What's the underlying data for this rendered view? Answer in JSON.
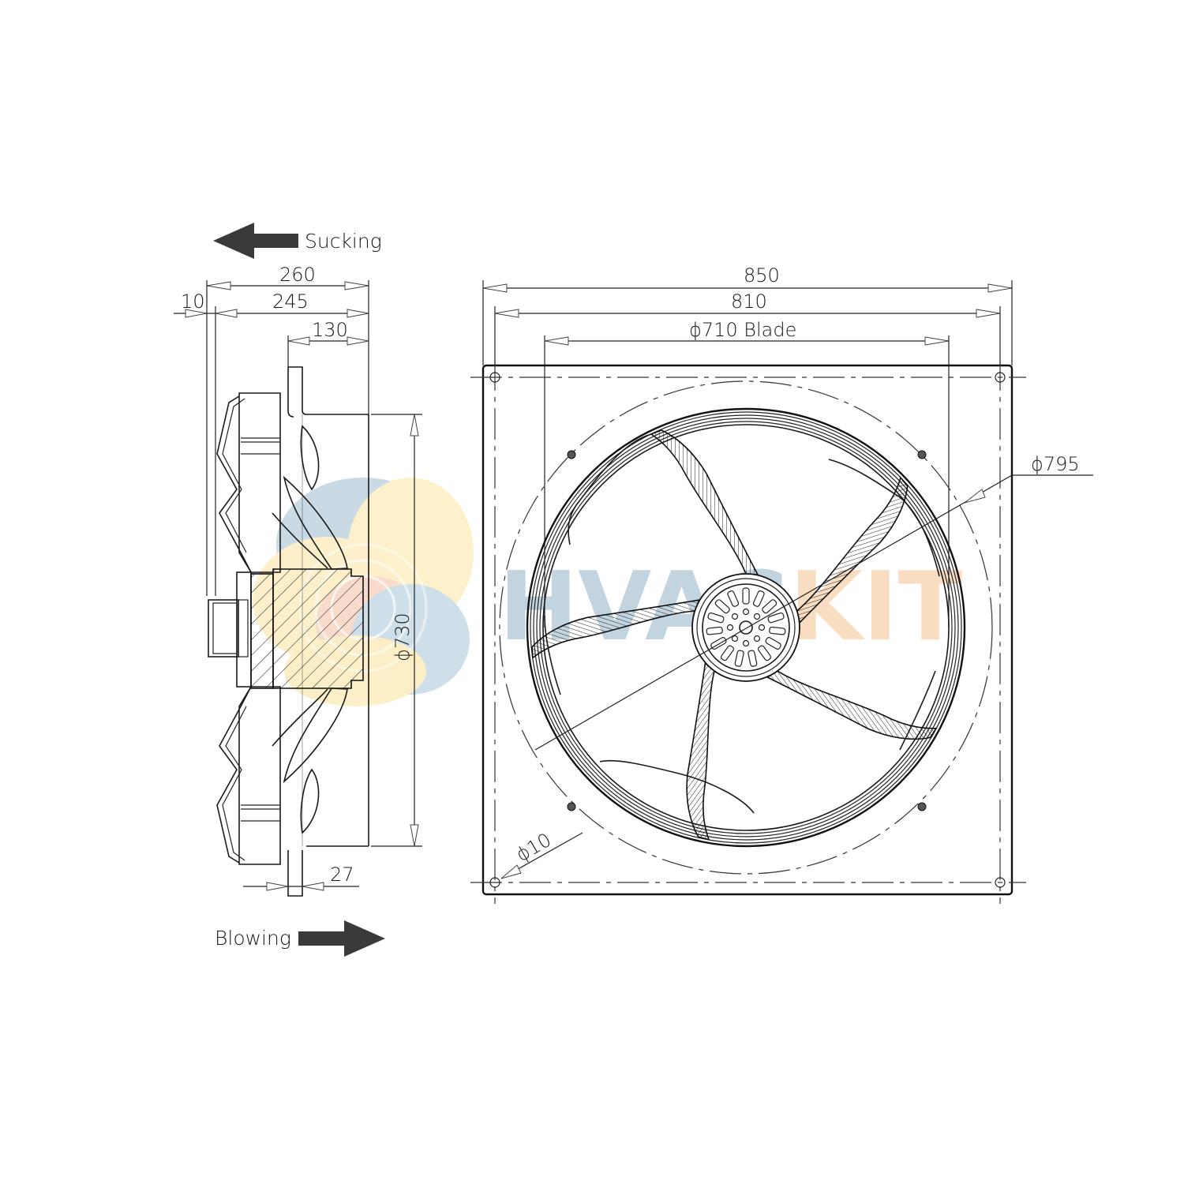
{
  "drawing": {
    "title": "Axial fan dimensional drawing",
    "side_view": {
      "sucking_label": "Sucking",
      "blowing_label": "Blowing",
      "dim_overall_depth": "260",
      "dim_depth_to_flange": "245",
      "dim_offset": "10",
      "dim_flange_to_face": "130",
      "dim_diameter": "ϕ730",
      "dim_flange_thickness": "27"
    },
    "front_view": {
      "dim_outer_width": "850",
      "dim_hole_pitch": "810",
      "dim_blade_diameter": "ϕ710 Blade",
      "dim_bolt_circle": "ϕ795",
      "dim_hole_diameter": "ϕ10"
    },
    "watermark": {
      "text_left": "HVAC",
      "text_right": "KIT",
      "color_left": "#a9c2d2",
      "color_right": "#f7cfa6"
    },
    "colors": {
      "line": "#1a1a1a",
      "arrow_fill": "#3a3a3a",
      "background": "#ffffff"
    }
  }
}
